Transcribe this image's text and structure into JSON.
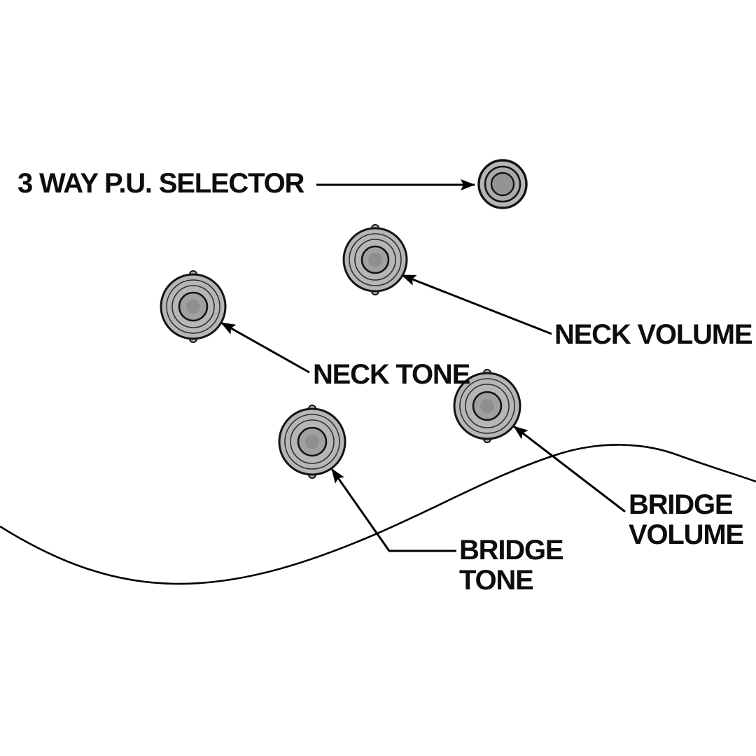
{
  "diagram": {
    "subject": "guitar-controls-callout-diagram",
    "colors": {
      "background": "#ffffff",
      "line": "#000000",
      "text": "#0d0d0d",
      "knob_fill": "#b6b6b6",
      "knob_inner_fill": "#a0a0a0",
      "knob_center_fill": "#8f8f8f"
    },
    "labels": {
      "selector": "3 WAY P.U. SELECTOR",
      "neck_volume": "NECK VOLUME",
      "neck_tone": "NECK TONE",
      "bridge_volume": [
        "BRIDGE",
        "VOLUME"
      ],
      "bridge_tone": [
        "BRIDGE",
        "TONE"
      ]
    },
    "knobs": [
      {
        "name": "3-way-pickup-selector"
      },
      {
        "name": "neck-volume-knob"
      },
      {
        "name": "neck-tone-knob"
      },
      {
        "name": "bridge-volume-knob"
      },
      {
        "name": "bridge-tone-knob"
      }
    ]
  }
}
